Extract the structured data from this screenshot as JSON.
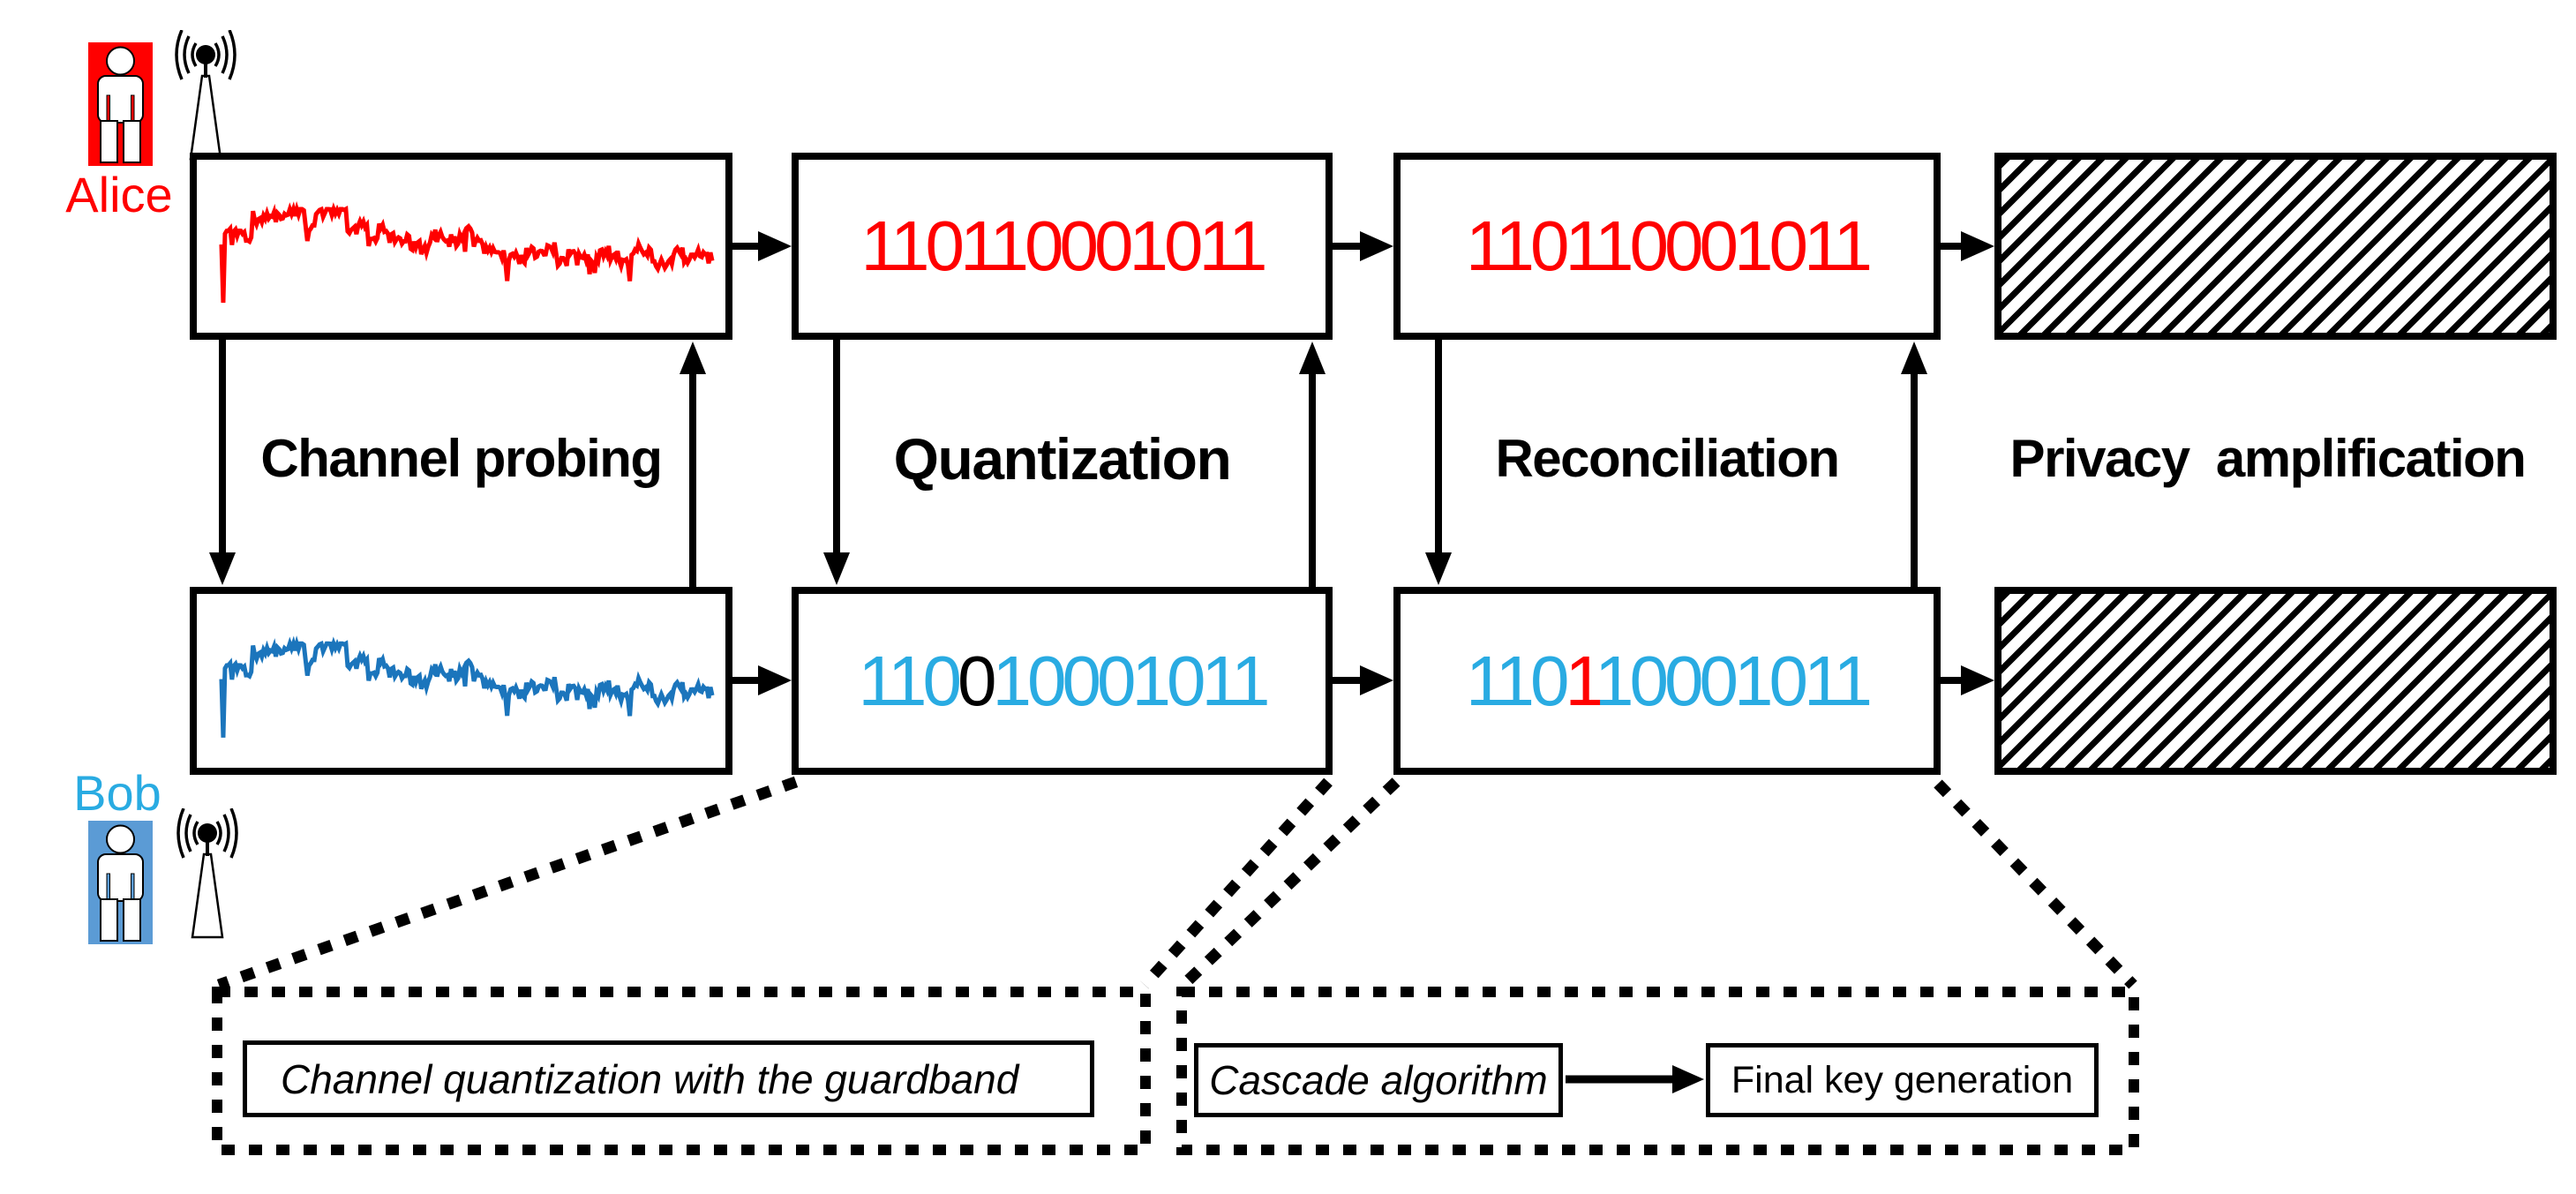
{
  "figure": {
    "actors": {
      "alice": {
        "name": "Alice"
      },
      "bob": {
        "name": "Bob"
      }
    },
    "stages": {
      "probing": "Channel probing",
      "quantization": "Quantization",
      "reconciliation": "Reconciliation",
      "privacy": "Privacy  amplification"
    },
    "bits": {
      "alice_quantized": "110110001011",
      "alice_reconciled": "110110001011",
      "bob_quantized": {
        "pre": "110",
        "mismatch": "0",
        "post": "10001011"
      },
      "bob_reconciled": {
        "pre": "110",
        "corrected": "1",
        "post": "10001011"
      }
    },
    "callouts": {
      "quantization_detail": "Channel quantization with the guardband",
      "reconciliation_detail": {
        "step1": "Cascade algorithm",
        "step2": "Final key generation"
      }
    },
    "colors": {
      "alice_red": "#ff0000",
      "bob_cyan": "#29abe2",
      "bob_trace_blue": "#1b75bc",
      "bob_icon_blue": "#5b9bd5",
      "mismatch_black": "#000000"
    }
  }
}
